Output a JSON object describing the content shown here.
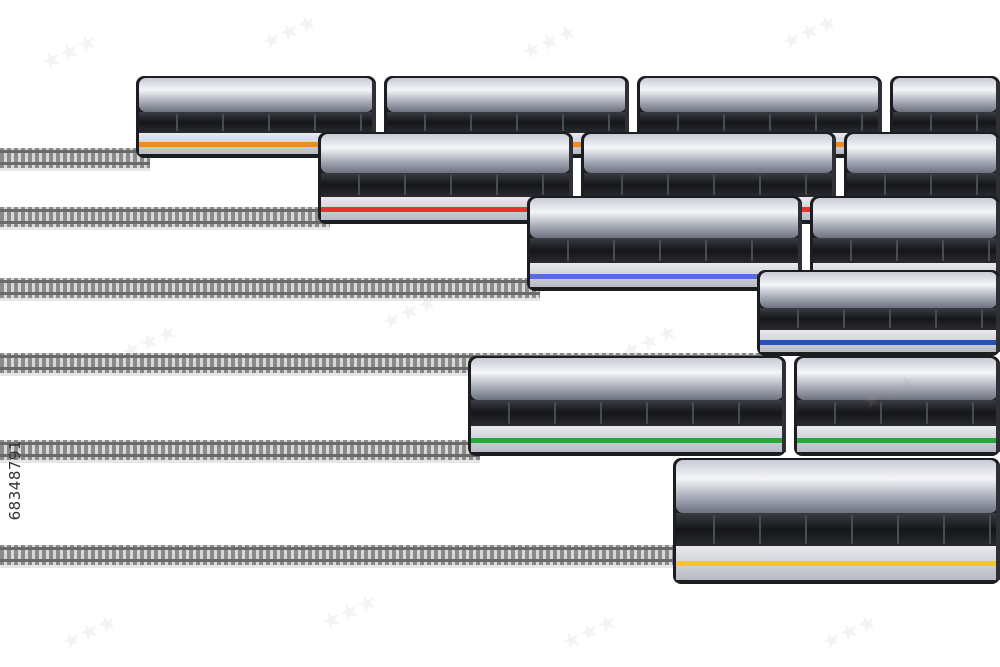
{
  "image": {
    "description_kind": "3d-render",
    "watermark_text": "68348791",
    "background_color": "#ffffff"
  },
  "tracks": [
    {
      "name": "track-1"
    },
    {
      "name": "track-2"
    },
    {
      "name": "track-3"
    },
    {
      "name": "track-4"
    },
    {
      "name": "track-5"
    },
    {
      "name": "track-6"
    }
  ],
  "trains": [
    {
      "name": "train-orange",
      "stripe_color": "#f08c1e"
    },
    {
      "name": "train-red",
      "stripe_color": "#e8302c"
    },
    {
      "name": "train-blue",
      "stripe_color": "#5a6ae0"
    },
    {
      "name": "train-darkblue",
      "stripe_color": "#2550b8"
    },
    {
      "name": "train-green",
      "stripe_color": "#1faa3a"
    },
    {
      "name": "train-yellow",
      "stripe_color": "#f4c81e"
    }
  ]
}
